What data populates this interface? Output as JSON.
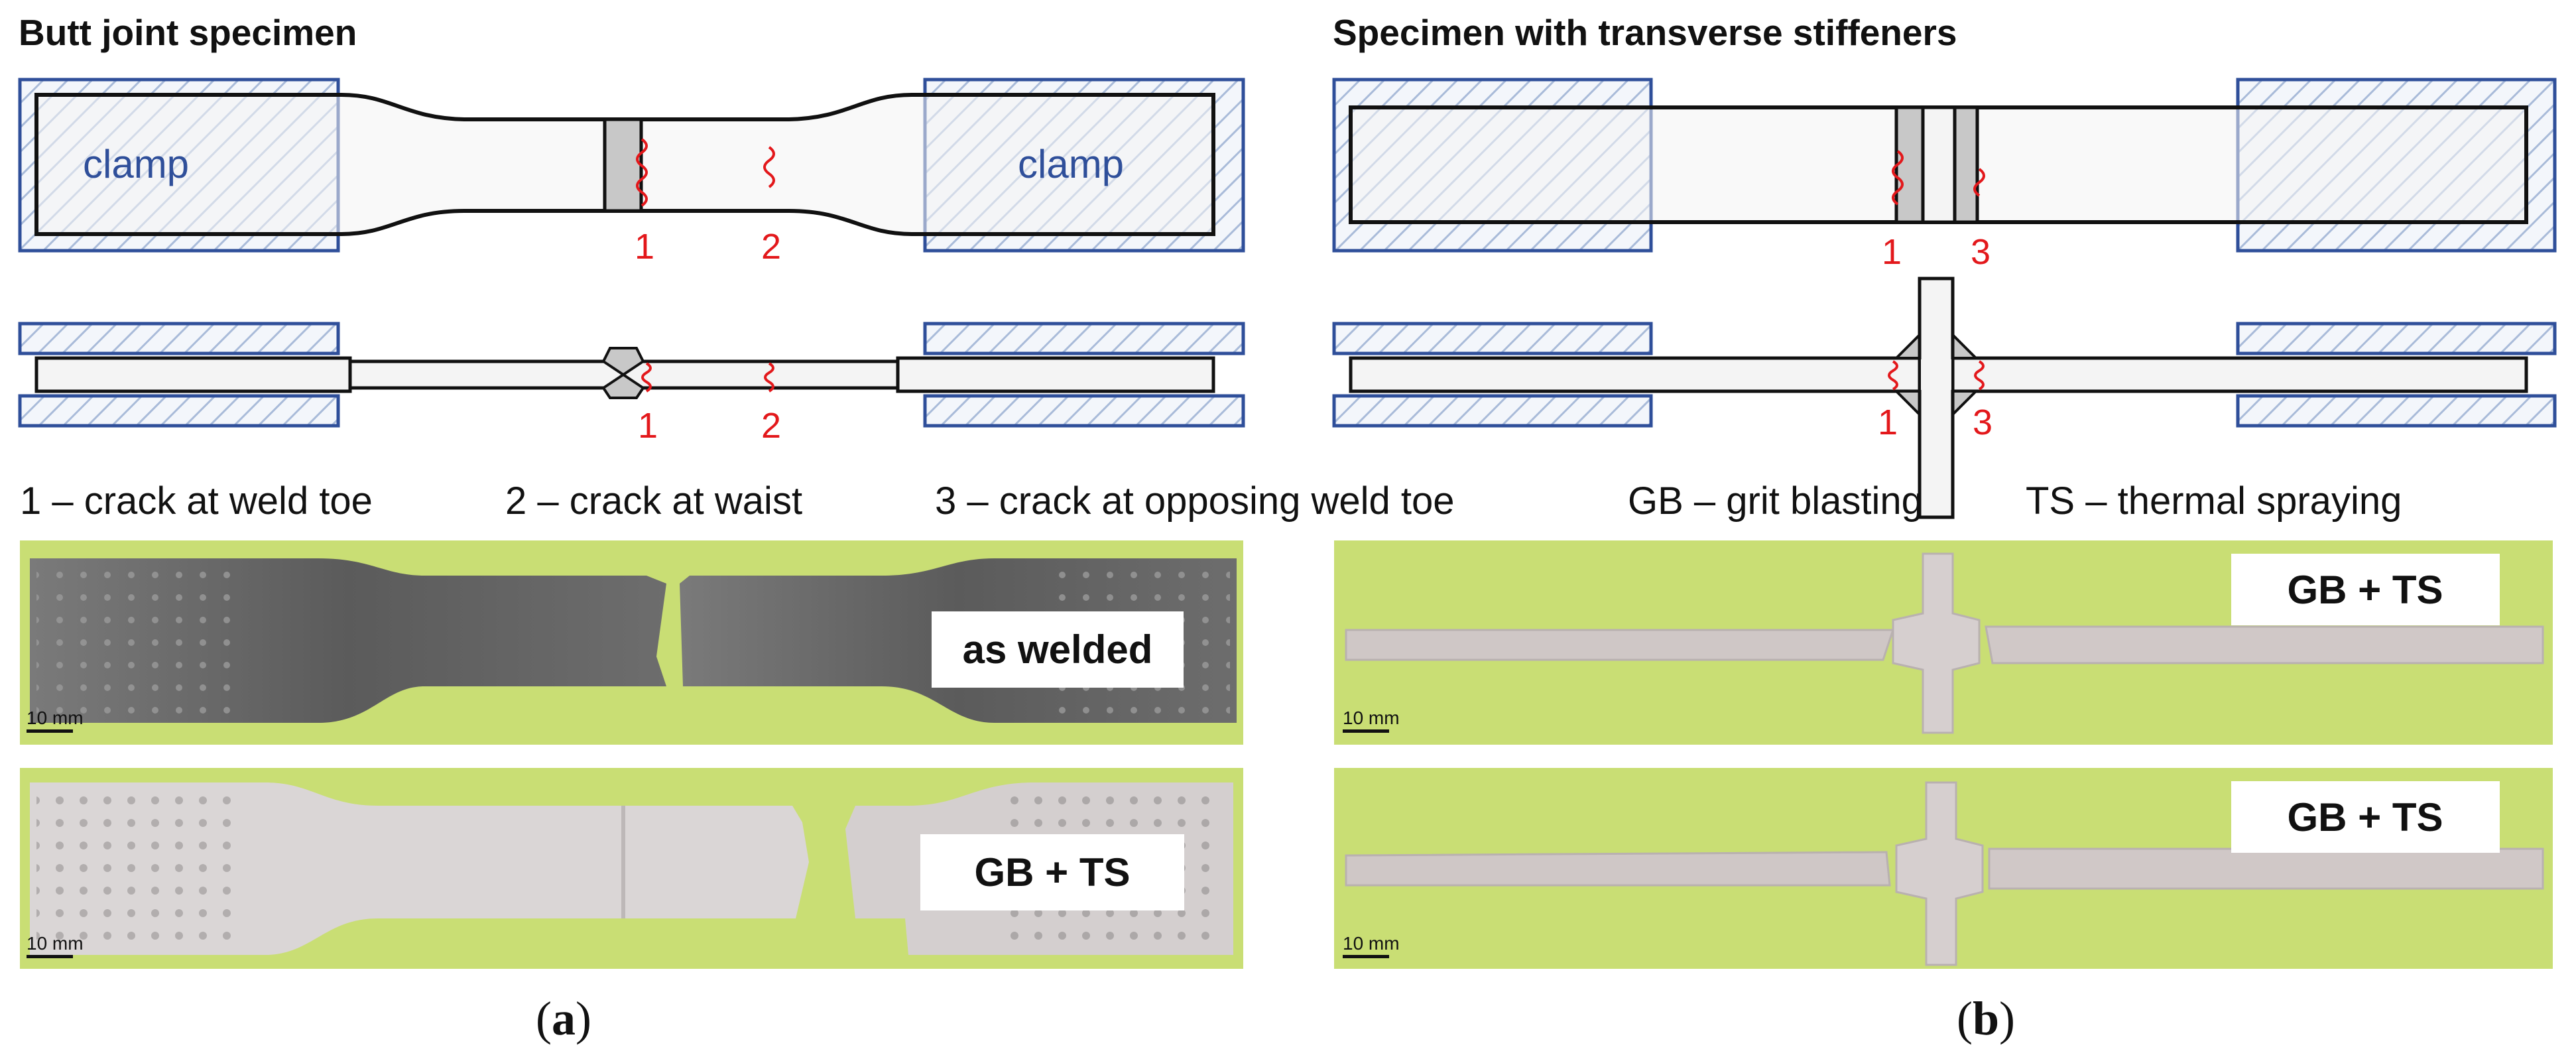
{
  "panel_a": {
    "heading": "Butt joint specimen",
    "clamp_left": "clamp",
    "clamp_right": "clamp",
    "crack_top": [
      "1",
      "2"
    ],
    "crack_side": [
      "1",
      "2"
    ],
    "photo1_badge": "as welded",
    "photo2_badge": "GB + TS",
    "scale1": "10 mm",
    "scale2": "10 mm",
    "caption_open": "(",
    "caption_letter": "a",
    "caption_close": ")"
  },
  "panel_b": {
    "heading": "Specimen with transverse stiffeners",
    "crack_top": [
      "1",
      "3"
    ],
    "crack_side": [
      "1",
      "3"
    ],
    "photo1_badge": "GB + TS",
    "photo2_badge": "GB + TS",
    "scale1": "10 mm",
    "scale2": "10 mm",
    "caption_open": "(",
    "caption_letter": "b",
    "caption_close": ")"
  },
  "legend": [
    "1 – crack at weld toe",
    "2 – crack at waist",
    "3 – crack at opposing weld toe",
    "GB – grit blasting",
    "TS – thermal spraying"
  ],
  "colors": {
    "clamp_outline": "#2f4f9a",
    "hatch": "#a9bbd9",
    "crack": "#e3181b",
    "photo_background": "#c9de74",
    "specimen_metal": "#6e6e6e",
    "specimen_coated": "#d4cfcf"
  }
}
